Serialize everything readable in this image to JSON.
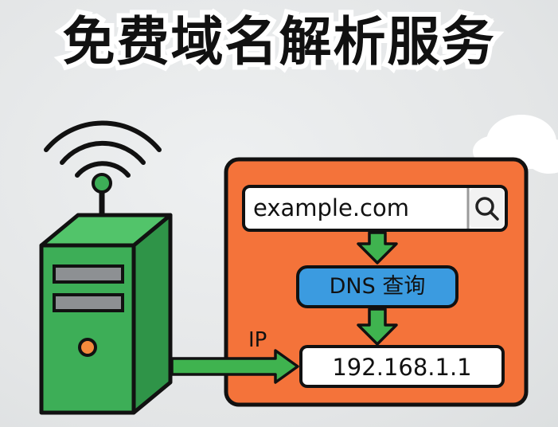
{
  "title": "免费域名解析服务",
  "search": {
    "value": "example.com",
    "icon": "search-icon"
  },
  "dns_step": {
    "label": "DNS 查询"
  },
  "result": {
    "value": "192.168.1.1"
  },
  "arrow_label": "IP",
  "colors": {
    "panel": "#f4733a",
    "server": "#3dae57",
    "arrow": "#3fb34f",
    "dns_box": "#3b9be0",
    "led": "#f48a3c",
    "slot": "#8d9093"
  },
  "icons": [
    "wifi-signal-icon",
    "server-icon",
    "cloud-icon",
    "search-icon"
  ]
}
